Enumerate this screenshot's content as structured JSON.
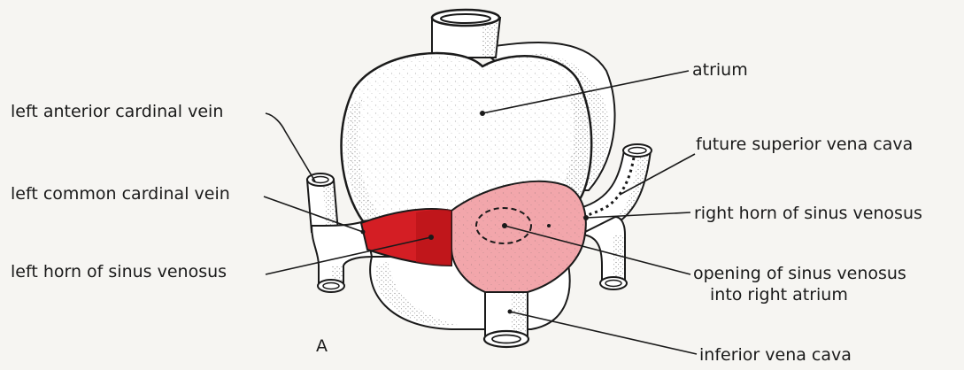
{
  "figure_letter": "A",
  "labels": {
    "left_anterior_cardinal_vein": "left anterior cardinal vein",
    "left_common_cardinal_vein": "left common cardinal vein",
    "left_horn_of_sinus_venosus": "left horn of sinus venosus",
    "atrium": "atrium",
    "future_superior_vena_cava": "future superior vena cava",
    "right_horn_of_sinus_venosus": "right horn of sinus venosus",
    "opening_of_sinus_venosus_line1": "opening of sinus venosus",
    "opening_of_sinus_venosus_line2": "into right atrium",
    "inferior_vena_cava": "inferior vena cava"
  },
  "colors": {
    "left_horn": "#d41e24",
    "right_horn": "#f2a6ab",
    "tissue": "#ffffff",
    "outline": "#1a1a1a",
    "background": "#f6f5f2"
  }
}
